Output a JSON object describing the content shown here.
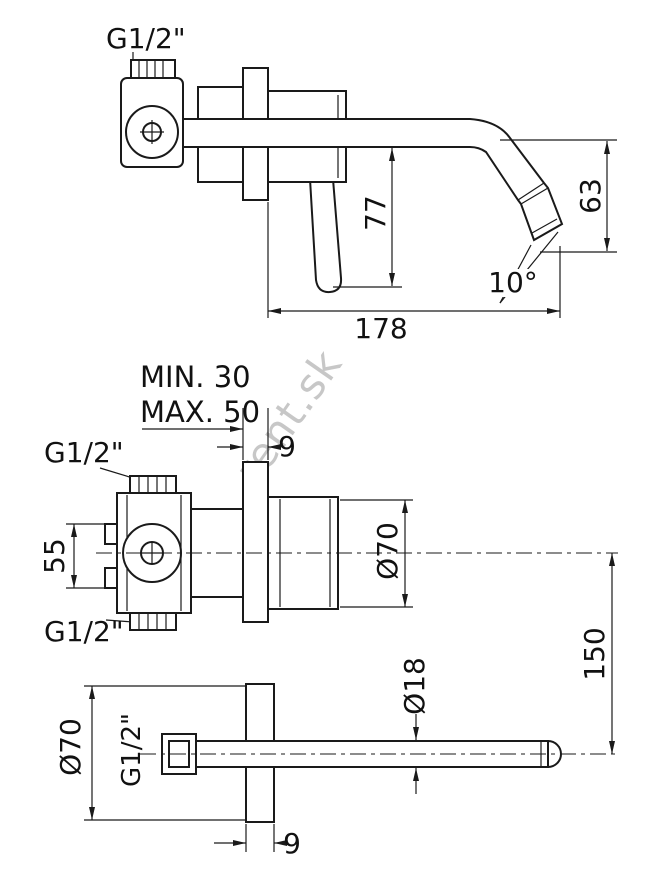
{
  "watermark": "rent.sk",
  "colors": {
    "line": "#1a1a1a",
    "text": "#111111",
    "watermark": "#bababa"
  },
  "side_view": {
    "inlet_thread": "G1/2\"",
    "height_to_handle": "77",
    "spout_drop": "63",
    "spout_angle": "10°",
    "spout_reach": "178"
  },
  "install_depth": {
    "min": "MIN. 30",
    "max": "MAX. 50"
  },
  "valve_view": {
    "plate_thickness": "9",
    "top_thread": "G1/2\"",
    "body_height": "55",
    "bottom_thread": "G1/2\"",
    "plate_diameter": "Ø70",
    "distance_to_spout": "150"
  },
  "spout_view": {
    "plate_diameter": "Ø70",
    "thread": "G1/2\"",
    "tube_diameter": "Ø18",
    "plate_thickness": "9"
  }
}
